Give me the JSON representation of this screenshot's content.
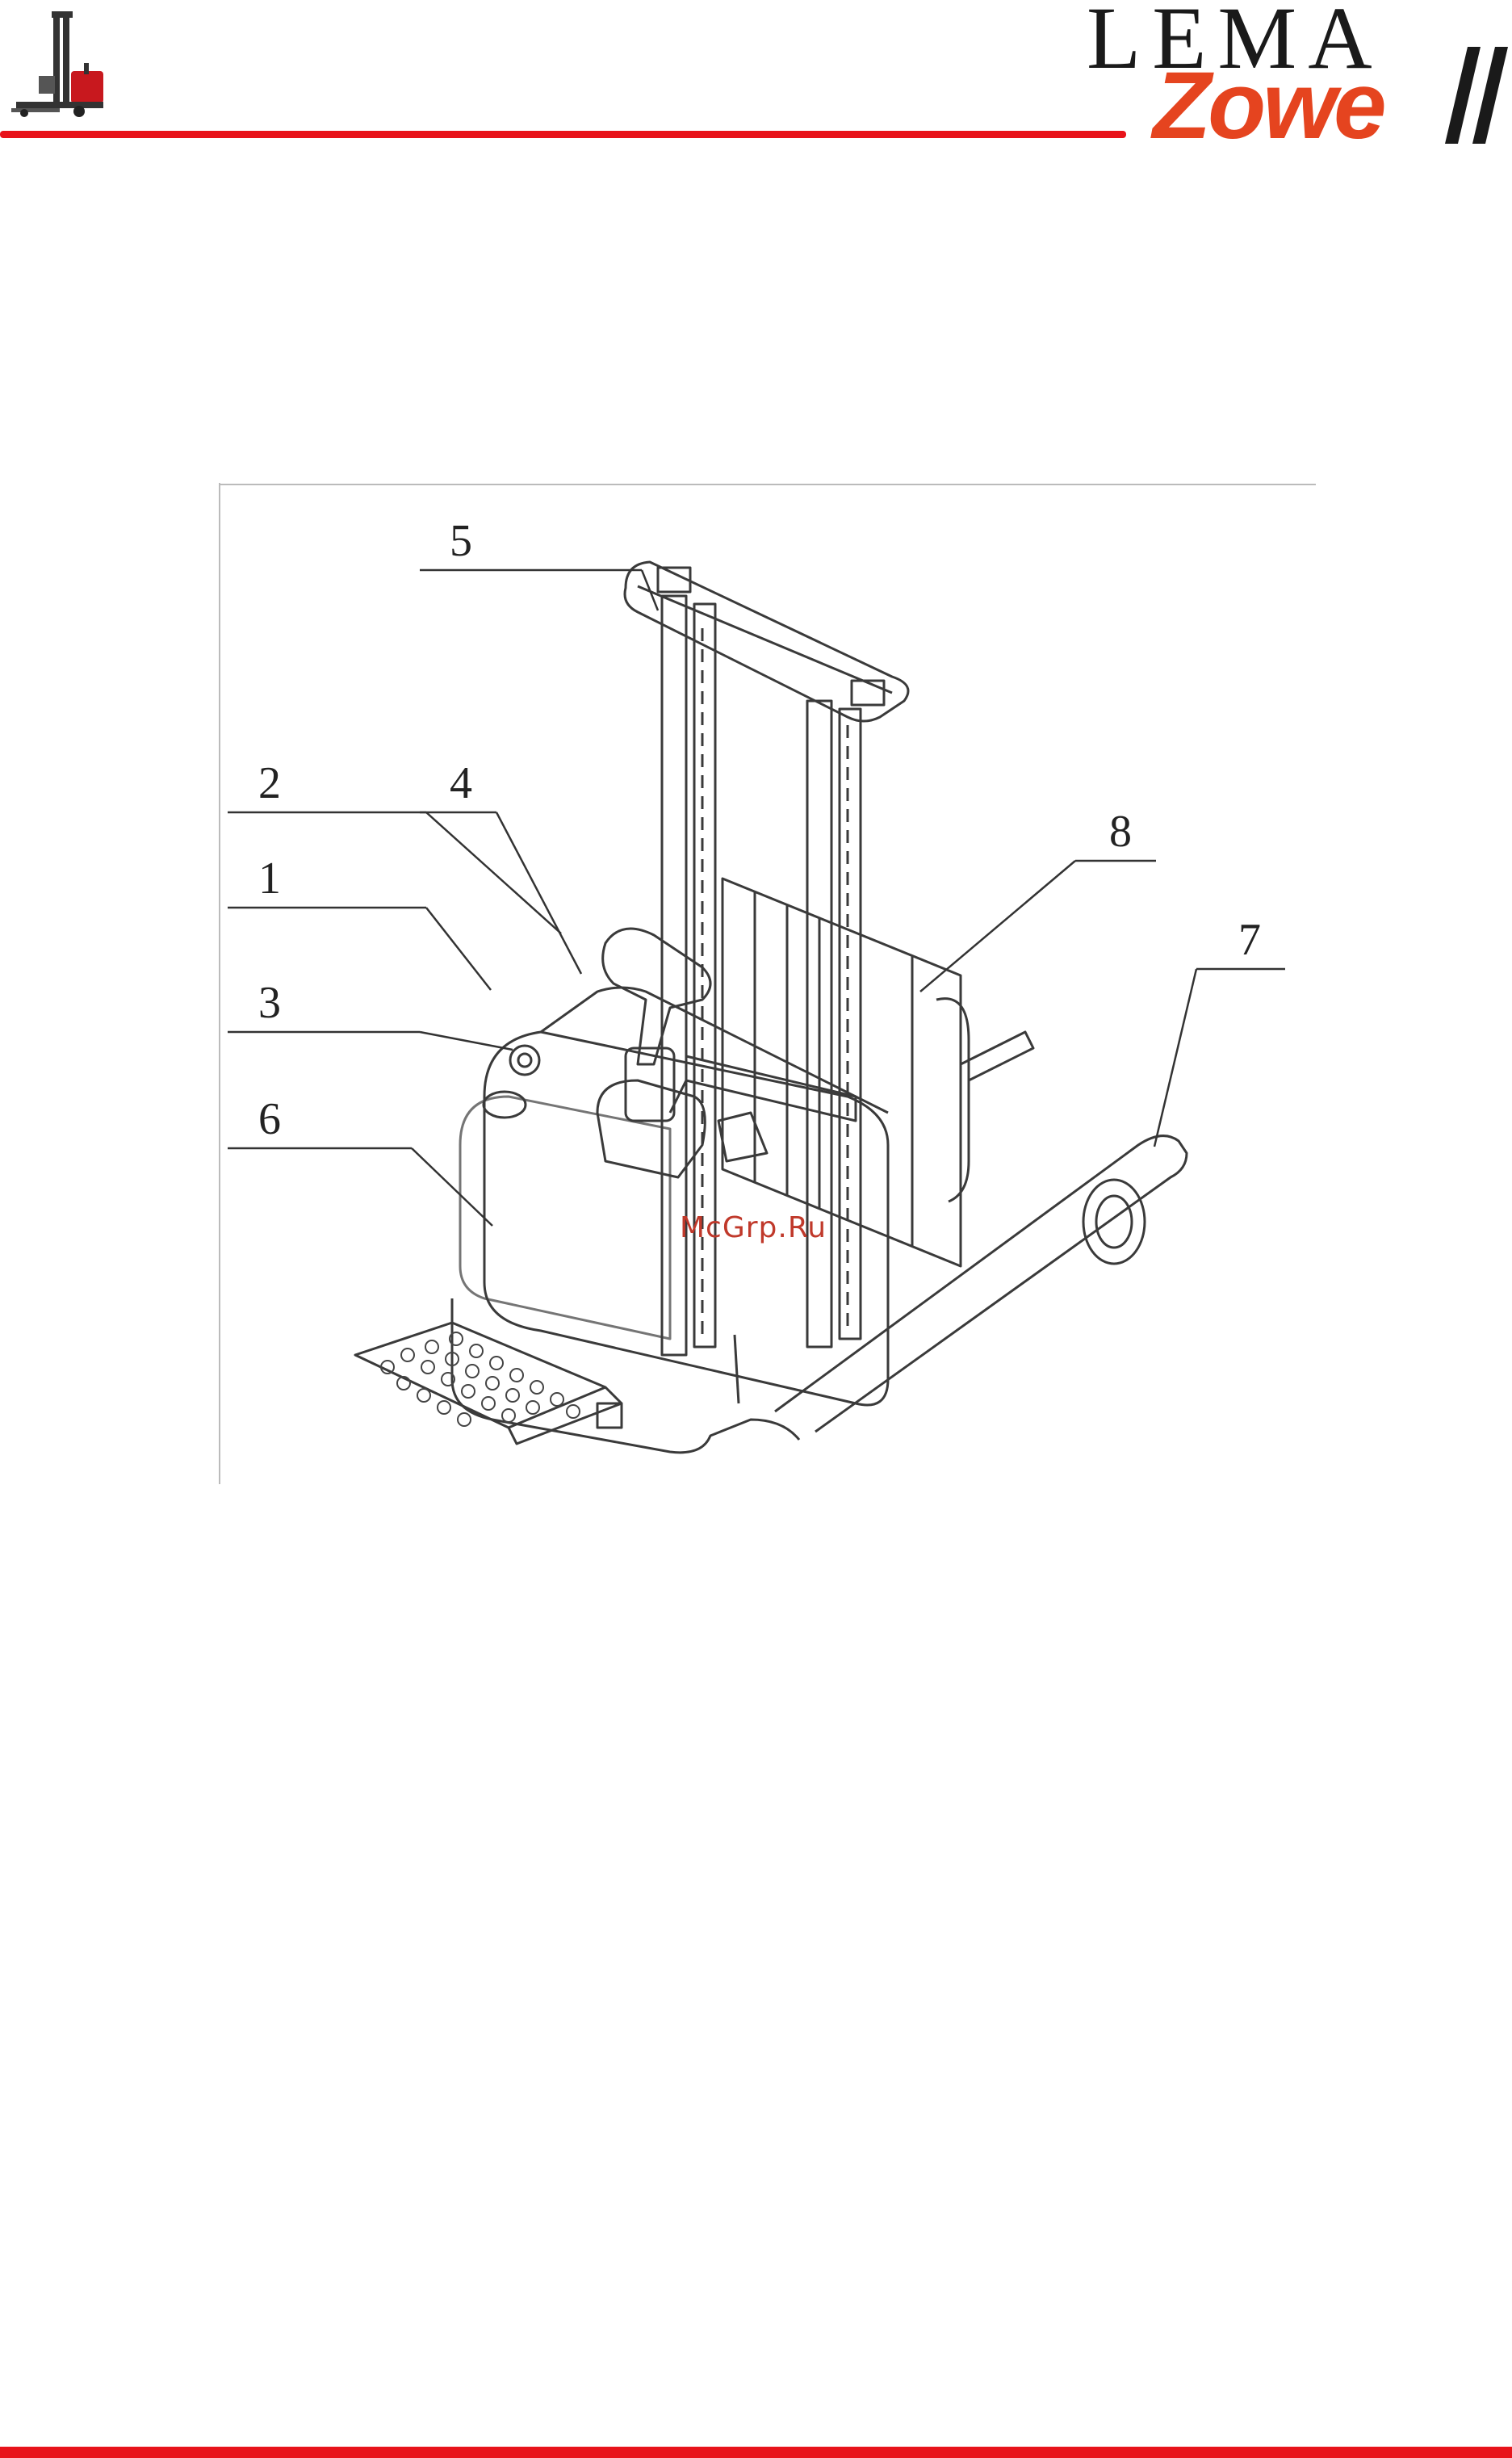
{
  "header": {
    "brand_top": "LEMA",
    "brand_bottom": "Zowe",
    "accent_color": "#e8131a",
    "brand_orange": "#e5441f",
    "left_icon": "forklift-stacker-icon"
  },
  "figure": {
    "callouts": [
      "5",
      "2",
      "4",
      "8",
      "1",
      "7",
      "3",
      "6"
    ]
  },
  "watermark": "McGrp.Ru"
}
